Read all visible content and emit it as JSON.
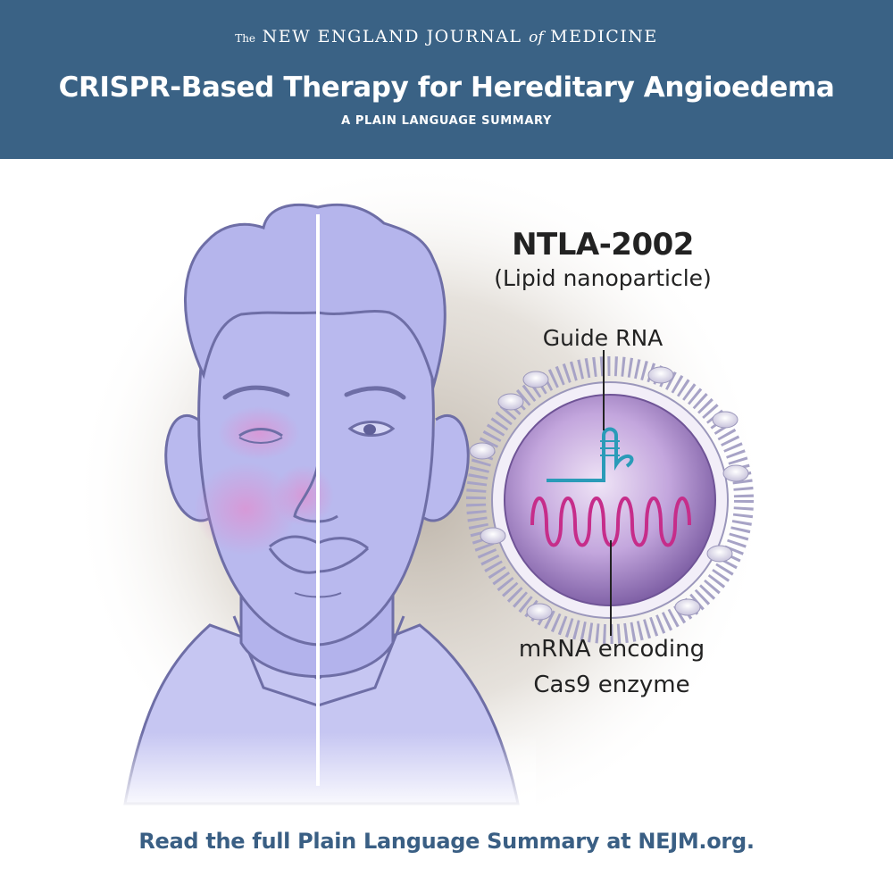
{
  "header": {
    "journal_the": "The",
    "journal_name_1": "NEW ENGLAND JOURNAL",
    "journal_of": "of",
    "journal_name_2": "MEDICINE",
    "title": "CRISPR-Based Therapy for Hereditary Angioedema",
    "subtitle": "A PLAIN LANGUAGE SUMMARY"
  },
  "illustration": {
    "drug_name": "NTLA-2002",
    "drug_type": "(Lipid nanoparticle)",
    "guide_label": "Guide RNA",
    "mrna_label_line1": "mRNA encoding",
    "mrna_label_line2": "Cas9 enzyme"
  },
  "footer": {
    "text": "Read the full Plain Language Summary at NEJM.org."
  },
  "colors": {
    "header_bg": "#3a6285",
    "footer_text": "#3a5f84",
    "face_fill": "#b9b9ee",
    "guide_rna": "#2a9bb8",
    "mrna": "#c62d8a"
  }
}
